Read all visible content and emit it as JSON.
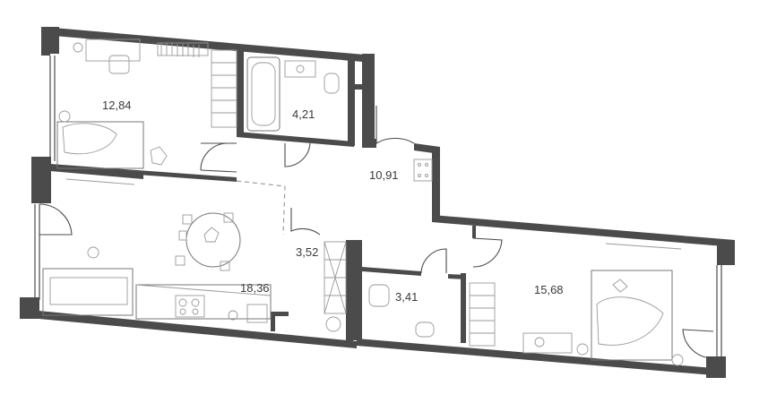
{
  "rooms": [
    {
      "id": "bedroom-1",
      "area": "12,84"
    },
    {
      "id": "bathroom",
      "area": "4,21"
    },
    {
      "id": "hallway",
      "area": "10,91"
    },
    {
      "id": "storage",
      "area": "3,52"
    },
    {
      "id": "kitchen-living",
      "area": "18,36"
    },
    {
      "id": "wc",
      "area": "3,41"
    },
    {
      "id": "bedroom-2",
      "area": "15,68"
    }
  ],
  "colors": {
    "wall": "#4b4b4b",
    "furniture": "#9a9a9a",
    "background": "#ffffff"
  }
}
